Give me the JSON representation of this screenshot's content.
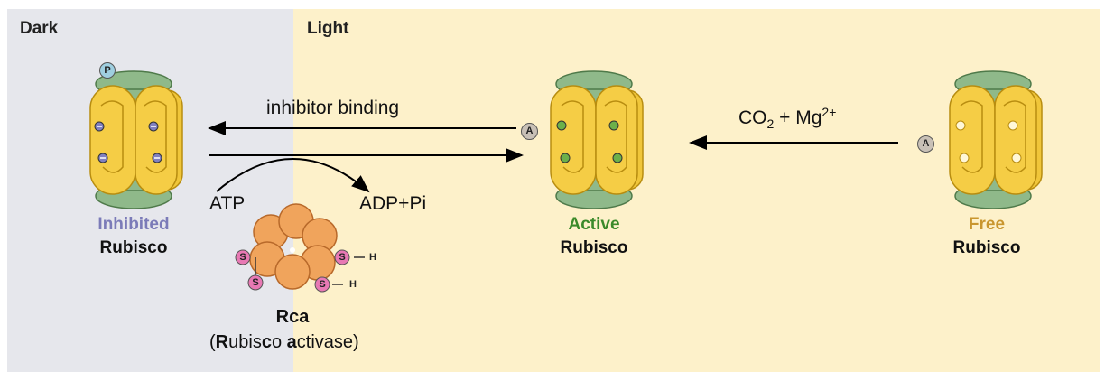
{
  "panels": {
    "dark": "Dark",
    "light": "Light"
  },
  "inhibited": {
    "line1": "Inhibited",
    "line2": "Rubisco",
    "color": "#7b7bb8",
    "marker": "P"
  },
  "active": {
    "line1": "Active",
    "line2": "Rubisco",
    "color": "#3b8a2a",
    "marker": "A"
  },
  "free": {
    "line1": "Free",
    "line2": "Rubisco",
    "color": "#c9962e",
    "marker": "A"
  },
  "arrows": {
    "inhibitor_binding": "inhibitor binding",
    "co2": "CO",
    "co2_sub": "2",
    "mg": " + Mg",
    "mg_sup": "2+",
    "atp": "ATP",
    "adp": "ADP+Pi"
  },
  "rca": {
    "name": "Rca",
    "full_open": "(",
    "full_R": "R",
    "full_mid1": "ubis",
    "full_c": "c",
    "full_mid2": "o ",
    "full_a": "a",
    "full_end": "ctivase)",
    "s": "S",
    "h": "H"
  }
}
